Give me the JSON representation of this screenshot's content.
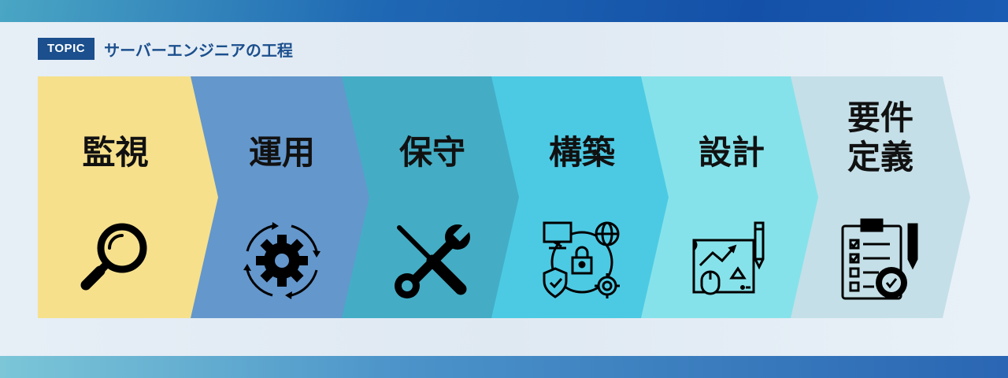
{
  "topic": {
    "badge": "TOPIC",
    "title": "サーバーエンジニアの工程"
  },
  "steps": [
    {
      "label": "監視",
      "icon": "magnifier-icon",
      "color": "#f6e08c"
    },
    {
      "label": "運用",
      "icon": "gear-cycle-icon",
      "color": "#6497cc"
    },
    {
      "label": "保守",
      "icon": "tools-icon",
      "color": "#44adc5"
    },
    {
      "label": "構築",
      "icon": "network-security-icon",
      "color": "#4ccae4"
    },
    {
      "label": "設計",
      "icon": "blueprint-icon",
      "color": "#86e2ea"
    },
    {
      "label": "要件\n定義",
      "icon": "checklist-gear-icon",
      "color": "#c4dfe8"
    }
  ],
  "colors": {
    "badge": "#1b4f8d",
    "panel": "#e6eef6",
    "frame": "#1450a8"
  }
}
